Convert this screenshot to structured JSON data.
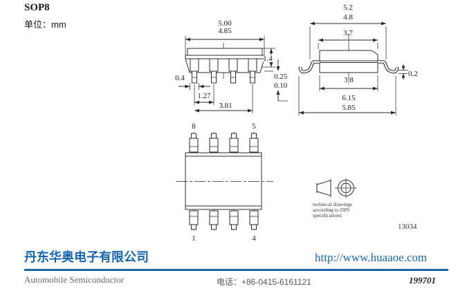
{
  "header": {
    "title": "SOP8",
    "unit": "单位：mm"
  },
  "package": {
    "side_view": {
      "width_max": "5.00",
      "width_min": "4.85",
      "height": "1.4",
      "standoff_max": "0.25",
      "standoff_min": "0.10",
      "lead_width": "0.4",
      "pitch": "1.27",
      "lead_span": "3.81"
    },
    "end_view": {
      "width_max": "5.2",
      "width_min": "4.8",
      "body_top": "3.7",
      "body_bottom": "3.8",
      "span_max": "6.15",
      "span_min": "5.85",
      "lead_thickness": "0.2"
    },
    "top_view": {
      "pin_top_left": "8",
      "pin_top_right": "5",
      "pin_bottom_left": "1",
      "pin_bottom_right": "4"
    }
  },
  "din_note": {
    "line1": "technical drawings",
    "line2": "according to DIN",
    "line3": "specifications",
    "drawing_number": "13034"
  },
  "footer": {
    "company_cn": "丹东华奥电子有限公司",
    "website": "http://www.huaaoe.com",
    "tagline_en": "Automobile Semiconductor",
    "phone": "电话：+86-0415-6161121",
    "doc_code": "199701",
    "accent_color": "#1464b4",
    "link_color": "#1a66b3"
  }
}
